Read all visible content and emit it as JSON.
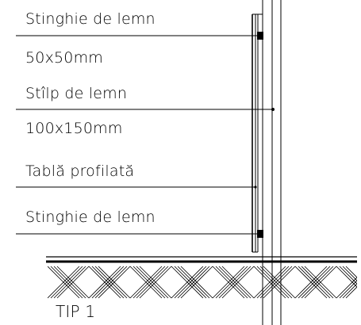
{
  "labels": {
    "rail_top_name": "Stinghie de lemn",
    "rail_top_size": "50x50mm",
    "post_name": "Stîlp de lemn",
    "post_size": "100x150mm",
    "sheet_name": "Tablă profilată",
    "rail_bottom_name": "Stinghie de lemn"
  },
  "title": "TIP 1"
}
